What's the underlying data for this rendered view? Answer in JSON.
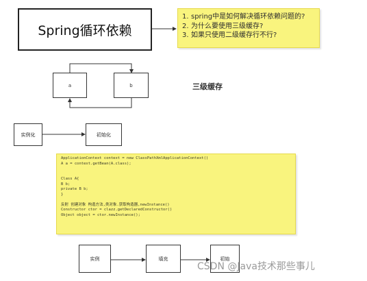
{
  "main_box": {
    "title": "Spring循环依赖"
  },
  "questions": [
    {
      "num": "1.",
      "text": "spring中是如何解决循环依赖问题的?"
    },
    {
      "num": "2.",
      "text": "为什么要使用三级缓存?"
    },
    {
      "num": "3.",
      "text": "如果只使用二级缓存行不行?"
    }
  ],
  "cycle": {
    "left_label": "a",
    "right_label": "b"
  },
  "cache_label": "三级缓存",
  "flow1": {
    "left": "实例化",
    "right": "初始化"
  },
  "code_lines": [
    "ApplicationContext context = new ClassPathXmlApplicationContext()",
    "A a = context.getBean(A.class);",
    "",
    "",
    "Class A{",
    "  B b;",
    "  private B b;",
    "}",
    "",
    "反射   创建对象   构造方法,类对象.获取构造器,newInstance()",
    "Constructor ctor = clazz.getDeclaredConstructor()",
    "Object object = ctor.newInstance();"
  ],
  "flow2": {
    "left": "实例",
    "middle": "填充",
    "right": "初始"
  },
  "watermark": "CSDN @Java技术那些事儿",
  "colors": {
    "note_bg": "#f9f47e",
    "border": "#333333"
  }
}
